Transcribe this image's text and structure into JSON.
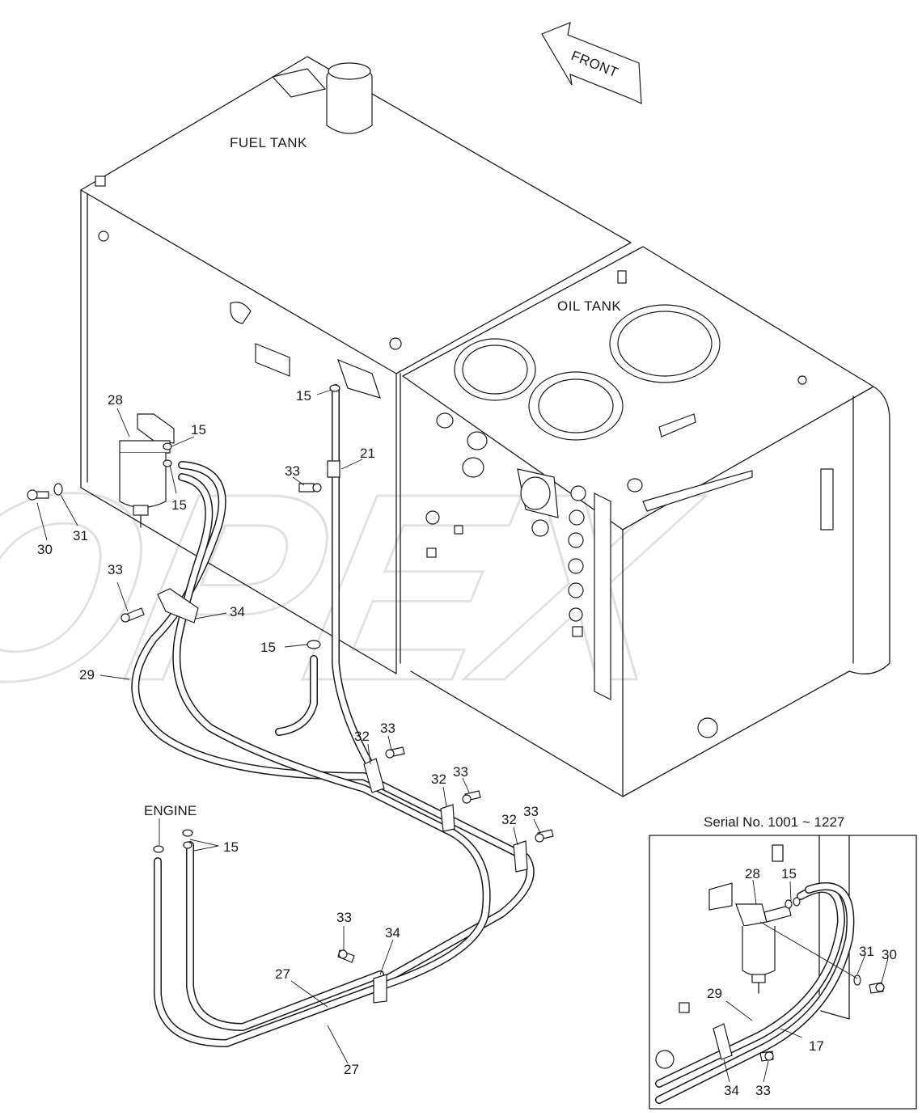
{
  "labels": {
    "fuel_tank": "FUEL TANK",
    "oil_tank": "OIL TANK",
    "front": "FRONT",
    "engine": "ENGINE",
    "inset_title": "Serial No. 1001 ~ 1227",
    "watermark": "OPEX"
  },
  "callouts": {
    "c28": "28",
    "c15a": "15",
    "c15b": "15",
    "c15c": "15",
    "c15d": "15",
    "c15e": "15",
    "c21": "21",
    "c33a": "33",
    "c33b": "33",
    "c30": "30",
    "c31": "31",
    "c34a": "34",
    "c29": "29",
    "c32a": "32",
    "c33c": "33",
    "c32b": "32",
    "c33d": "33",
    "c32c": "32",
    "c33e": "33",
    "c33f": "33",
    "c34b": "34",
    "c27a": "27",
    "c27b": "27"
  },
  "inset_callouts": {
    "c28": "28",
    "c15": "15",
    "c31": "31",
    "c30": "30",
    "c29": "29",
    "c17": "17",
    "c34": "34",
    "c33": "33"
  }
}
